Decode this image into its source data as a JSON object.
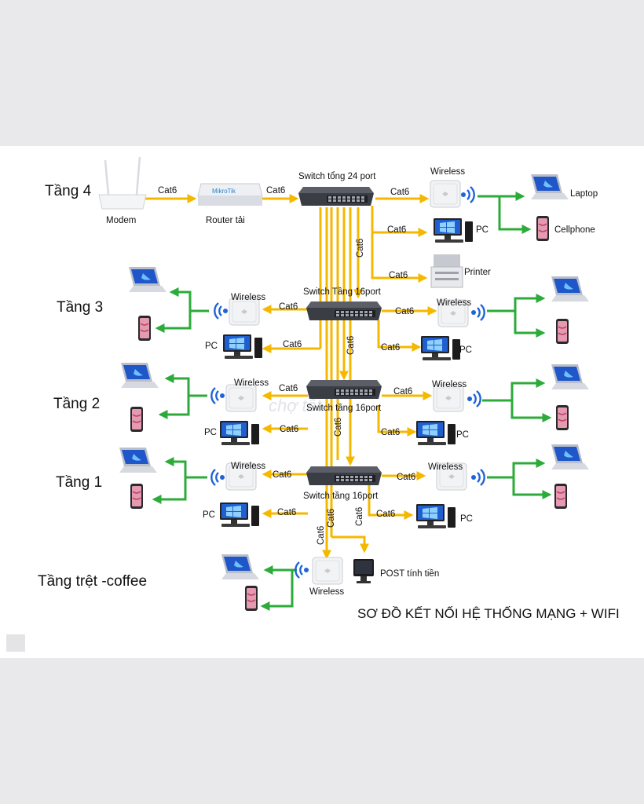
{
  "floors": {
    "f4": "Tầng 4",
    "f3": "Tầng 3",
    "f2": "Tầng 2",
    "f1": "Tầng 1",
    "ground": "Tầng trệt -coffee"
  },
  "devices": {
    "modem": "Modem",
    "router": "Router tải",
    "core_switch": "Switch tổng 24 port",
    "wireless": "Wireless",
    "laptop": "Laptop",
    "cellphone": "Cellphone",
    "pc": "PC",
    "printer": "Printer",
    "switch_f3": "Switch Tầng 16port",
    "switch_f2": "Switch tầng 16port",
    "switch_f1": "Switch tầng 16port",
    "pos": "POST tính tiền"
  },
  "cable": "Cat6",
  "title": "SƠ ĐỒ KẾT NỐI HỆ THỐNG MẠNG + WIFI",
  "watermark": "chợ tốt",
  "colors": {
    "cable_yellow": "#f5b800",
    "link_green": "#2cab3a",
    "wifi_blue": "#1e63d8",
    "laptop_screen": "#1f56c9",
    "phone_pink": "#e59ab0"
  }
}
